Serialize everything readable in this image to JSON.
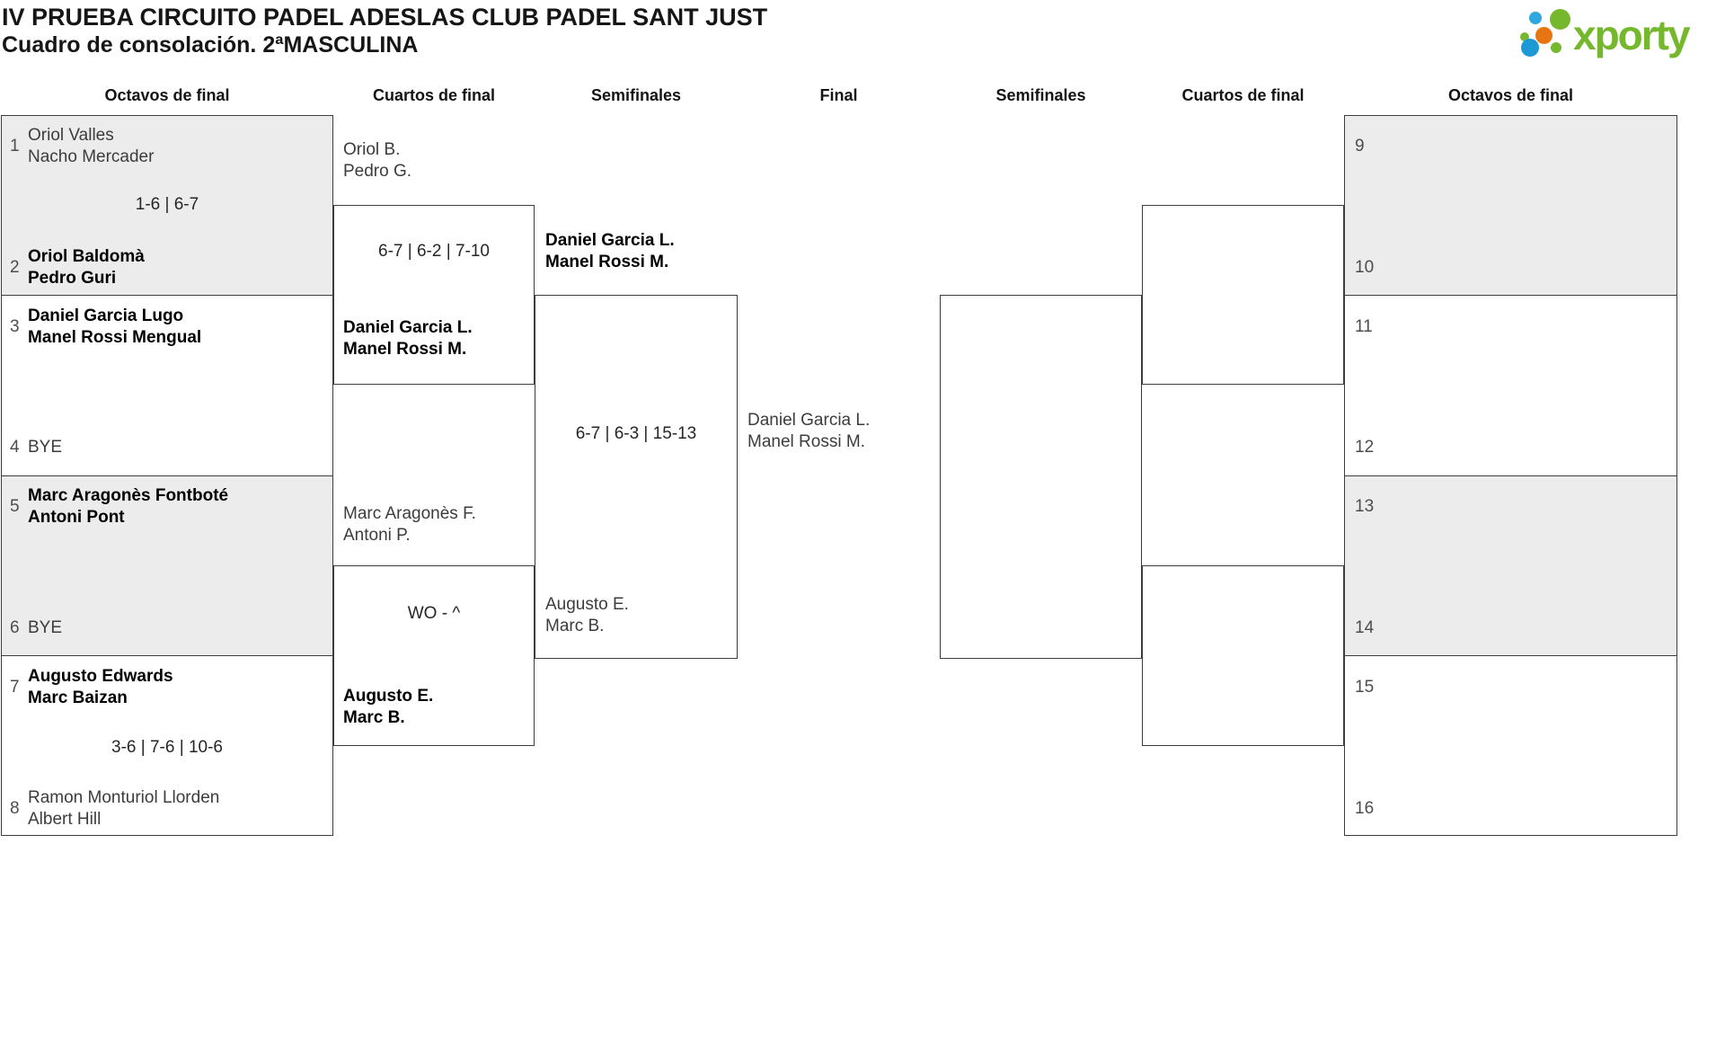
{
  "title": "IV PRUEBA CIRCUITO PADEL ADESLAS CLUB PADEL SANT JUST",
  "subtitle": "Cuadro de consolación. 2ªMASCULINA",
  "logo": {
    "text": "xporty",
    "green": "#76b82d",
    "blue": "#29a4dc",
    "orange": "#e87513"
  },
  "rounds": {
    "left_octavos": "Octavos de final",
    "left_cuartos": "Cuartos de final",
    "left_semis": "Semifinales",
    "final": "Final",
    "right_semis": "Semifinales",
    "right_cuartos": "Cuartos de final",
    "right_octavos": "Octavos de final"
  },
  "colors": {
    "shaded_row": "#ececec",
    "line": "#3d3d3d",
    "winner_text": "#000000",
    "loser_text": "#3c3c3c"
  },
  "left": {
    "octavos": [
      {
        "seed_top": "1",
        "team_top": [
          "Oriol Valles",
          "Nacho Mercader"
        ],
        "score": "1-6 | 6-7",
        "seed_bottom": "2",
        "team_bottom": [
          "Oriol Baldomà",
          "Pedro Guri"
        ]
      },
      {
        "seed_top": "3",
        "team_top": [
          "Daniel Garcia Lugo",
          "Manel Rossi Mengual"
        ],
        "score": "",
        "seed_bottom": "4",
        "team_bottom": [
          "BYE"
        ]
      },
      {
        "seed_top": "5",
        "team_top": [
          "Marc Aragonès Fontboté",
          "Antoni Pont"
        ],
        "score": "",
        "seed_bottom": "6",
        "team_bottom": [
          "BYE"
        ]
      },
      {
        "seed_top": "7",
        "team_top": [
          "Augusto Edwards",
          "Marc Baizan"
        ],
        "score": "3-6 | 7-6 | 10-6",
        "seed_bottom": "8",
        "team_bottom": [
          "Ramon Monturiol Llorden",
          "Albert Hill"
        ]
      }
    ],
    "cuartos": [
      {
        "team_top": [
          "Oriol B.",
          "Pedro G."
        ],
        "score": "6-7 | 6-2 | 7-10",
        "team_bottom": [
          "Daniel Garcia L.",
          "Manel Rossi M."
        ]
      },
      {
        "team_top": [
          "Marc Aragonès F.",
          "Antoni P."
        ],
        "score": "WO - ^",
        "team_bottom": [
          "Augusto E.",
          "Marc B."
        ]
      }
    ],
    "semifinal": {
      "team_top": [
        "Daniel Garcia L.",
        "Manel Rossi M."
      ],
      "score": "6-7 | 6-3 | 15-13",
      "team_bottom": [
        "Augusto E.",
        "Marc B."
      ]
    },
    "final": {
      "team": [
        "Daniel Garcia L.",
        "Manel Rossi M."
      ]
    }
  },
  "right": {
    "octavos": [
      {
        "seed_top": "9",
        "seed_bottom": "10"
      },
      {
        "seed_top": "11",
        "seed_bottom": "12"
      },
      {
        "seed_top": "13",
        "seed_bottom": "14"
      },
      {
        "seed_top": "15",
        "seed_bottom": "16"
      }
    ]
  }
}
